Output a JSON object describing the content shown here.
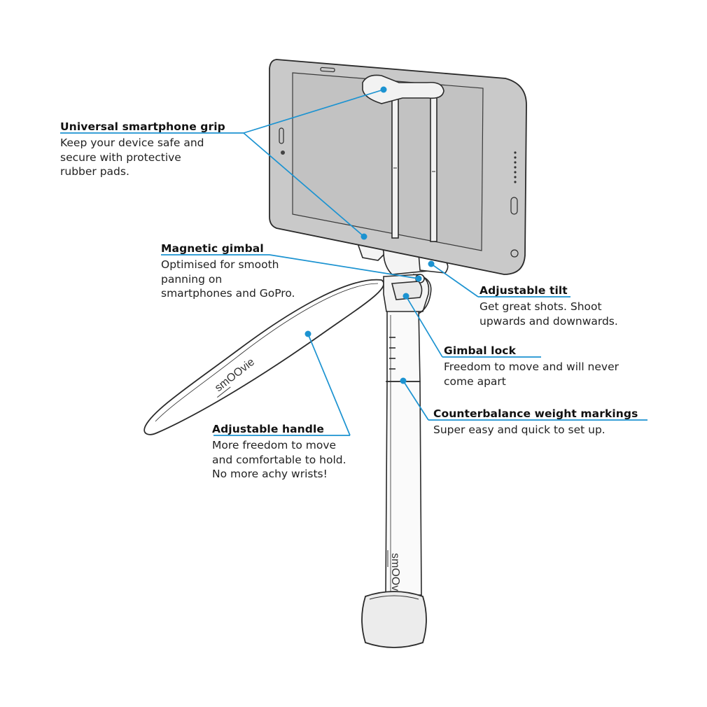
{
  "brand": {
    "logo_text": "smOOvie"
  },
  "colors": {
    "accent": "#1c93d1",
    "outline": "#2a2a2a",
    "phone_fill": "#c9c9c9",
    "screen_fill": "#c2c2c2"
  },
  "callouts": {
    "grip": {
      "title": "Universal smartphone grip",
      "lines": [
        "Keep your device safe and",
        "secure with protective",
        "rubber pads."
      ]
    },
    "gimbal": {
      "title": "Magnetic gimbal",
      "lines": [
        "Optimised for smooth",
        "panning on",
        "smartphones and GoPro."
      ]
    },
    "tilt": {
      "title": "Adjustable tilt",
      "lines": [
        "Get great shots. Shoot",
        "upwards and downwards."
      ]
    },
    "lock": {
      "title": "Gimbal lock",
      "lines": [
        "Freedom to move and will never",
        "come apart"
      ]
    },
    "counter": {
      "title": "Counterbalance weight markings",
      "lines": [
        "Super easy and quick to set up."
      ]
    },
    "handle": {
      "title": "Adjustable handle",
      "lines": [
        "More freedom to move",
        "and comfortable to hold.",
        "No more achy wrists!"
      ]
    }
  }
}
